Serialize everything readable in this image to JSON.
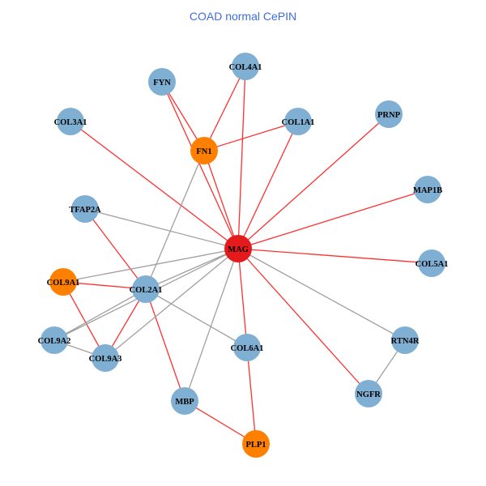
{
  "title": "COAD normal CePIN",
  "colors": {
    "seed": "#e41a1c",
    "highlight": "#ff7f00",
    "normal": "#7fafd2",
    "edge_red": "#ff3030",
    "edge_gray": "#a0a0a0"
  },
  "nodes": [
    {
      "id": "FYN",
      "type": "normal"
    },
    {
      "id": "COL4A1",
      "type": "normal"
    },
    {
      "id": "COL3A1",
      "type": "normal"
    },
    {
      "id": "COL1A1",
      "type": "normal"
    },
    {
      "id": "PRNP",
      "type": "normal"
    },
    {
      "id": "FN1",
      "type": "highlight"
    },
    {
      "id": "MAP1B",
      "type": "normal"
    },
    {
      "id": "TFAP2A",
      "type": "normal"
    },
    {
      "id": "MAG",
      "type": "seed"
    },
    {
      "id": "COL5A1",
      "type": "normal"
    },
    {
      "id": "COL9A1",
      "type": "highlight"
    },
    {
      "id": "COL2A1",
      "type": "normal"
    },
    {
      "id": "COL9A2",
      "type": "normal"
    },
    {
      "id": "COL9A3",
      "type": "normal"
    },
    {
      "id": "COL6A1",
      "type": "normal"
    },
    {
      "id": "RTN4R",
      "type": "normal"
    },
    {
      "id": "NGFR",
      "type": "normal"
    },
    {
      "id": "MBP",
      "type": "normal"
    },
    {
      "id": "PLP1",
      "type": "highlight"
    }
  ],
  "edges": [
    [
      "FYN",
      "FN1",
      "red"
    ],
    [
      "FYN",
      "MAG",
      "red"
    ],
    [
      "COL4A1",
      "FN1",
      "red"
    ],
    [
      "COL4A1",
      "MAG",
      "red"
    ],
    [
      "COL3A1",
      "MAG",
      "red"
    ],
    [
      "COL1A1",
      "FN1",
      "red"
    ],
    [
      "COL1A1",
      "MAG",
      "red"
    ],
    [
      "PRNP",
      "MAG",
      "red"
    ],
    [
      "MAP1B",
      "MAG",
      "red"
    ],
    [
      "COL5A1",
      "MAG",
      "red"
    ],
    [
      "FN1",
      "MAG",
      "red"
    ],
    [
      "TFAP2A",
      "COL2A1",
      "red"
    ],
    [
      "COL9A1",
      "COL2A1",
      "red"
    ],
    [
      "COL9A1",
      "COL9A3",
      "red"
    ],
    [
      "COL2A1",
      "COL9A3",
      "red"
    ],
    [
      "COL2A1",
      "MBP",
      "red"
    ],
    [
      "MAG",
      "NGFR",
      "red"
    ],
    [
      "MAG",
      "COL6A1",
      "red"
    ],
    [
      "COL6A1",
      "PLP1",
      "red"
    ],
    [
      "MBP",
      "PLP1",
      "red"
    ],
    [
      "TFAP2A",
      "MAG",
      "gray"
    ],
    [
      "COL9A1",
      "MAG",
      "gray"
    ],
    [
      "COL2A1",
      "MAG",
      "gray"
    ],
    [
      "COL9A2",
      "MAG",
      "gray"
    ],
    [
      "COL9A3",
      "MAG",
      "gray"
    ],
    [
      "COL2A1",
      "FN1",
      "gray"
    ],
    [
      "MAG",
      "MBP",
      "gray"
    ],
    [
      "MAG",
      "RTN4R",
      "gray"
    ],
    [
      "RTN4R",
      "NGFR",
      "gray"
    ],
    [
      "COL2A1",
      "COL6A1",
      "gray"
    ],
    [
      "COL9A2",
      "COL2A1",
      "gray"
    ],
    [
      "COL9A2",
      "COL9A3",
      "gray"
    ]
  ]
}
